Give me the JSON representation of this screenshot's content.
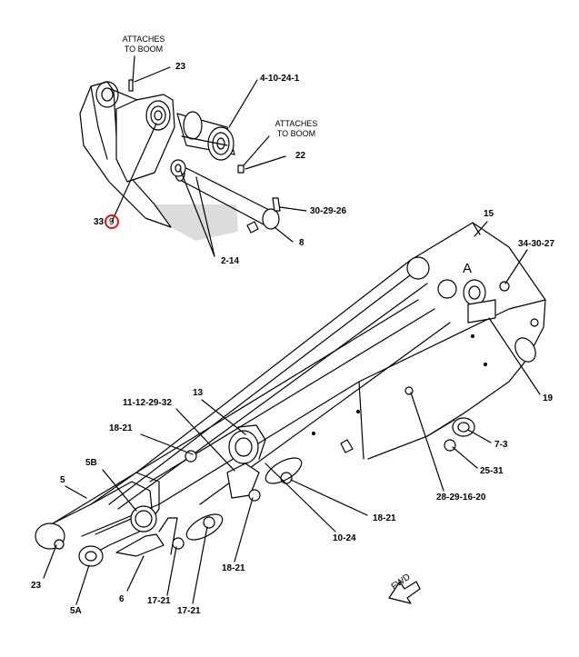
{
  "diagram": {
    "notes": {
      "attach_top": "ATTACHES\nTO BOOM",
      "attach_right": "ATTACHES\nTO BOOM"
    },
    "detail_letter": "A",
    "fwd": "FWD",
    "highlight_color": "#e2141b",
    "callouts": {
      "c_23_top": "23",
      "c_4_10_24_1": "4-10-24-1",
      "c_22": "22",
      "c_30_29_26": "30-29-26",
      "c_8": "8",
      "c_2_14": "2-14",
      "c_33": "33",
      "c_9": "9",
      "c_15": "15",
      "c_34_30_27": "34-30-27",
      "c_19": "19",
      "c_7_3": "7-3",
      "c_25_31": "25-31",
      "c_28_29_16_20": "28-29-16-20",
      "c_13": "13",
      "c_11_12_29_32": "11-12-29-32",
      "c_18_21_a": "18-21",
      "c_5B": "5B",
      "c_5": "5",
      "c_18_21_b": "18-21",
      "c_10_24": "10-24",
      "c_18_21_c": "18-21",
      "c_23_bottom": "23",
      "c_5A": "5A",
      "c_6": "6",
      "c_17_21_a": "17-21",
      "c_17_21_b": "17-21"
    }
  }
}
